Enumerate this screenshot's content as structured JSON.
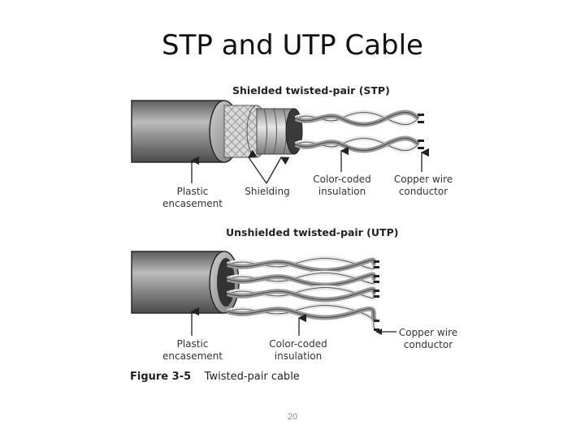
{
  "title": "STP and UTP Cable",
  "stp": {
    "heading": "Shielded twisted-pair (STP)",
    "labels": {
      "plastic": "Plastic\nencasement",
      "shielding": "Shielding",
      "insulation": "Color-coded\ninsulation",
      "copper": "Copper wire\nconductor"
    }
  },
  "utp": {
    "heading": "Unshielded twisted-pair (UTP)",
    "labels": {
      "plastic": "Plastic\nencasement",
      "insulation": "Color-coded\ninsulation",
      "copper": "Copper wire\nconductor"
    }
  },
  "figure": {
    "number": "Figure 3-5",
    "caption": "Twisted-pair cable"
  },
  "page_number": "20",
  "colors": {
    "jacket_dark": "#6f6f6f",
    "jacket_light": "#d6d6d6",
    "wire_light": "#e8e8e8",
    "wire_dark": "#8a8a8a",
    "outline": "#2a2a2a"
  }
}
